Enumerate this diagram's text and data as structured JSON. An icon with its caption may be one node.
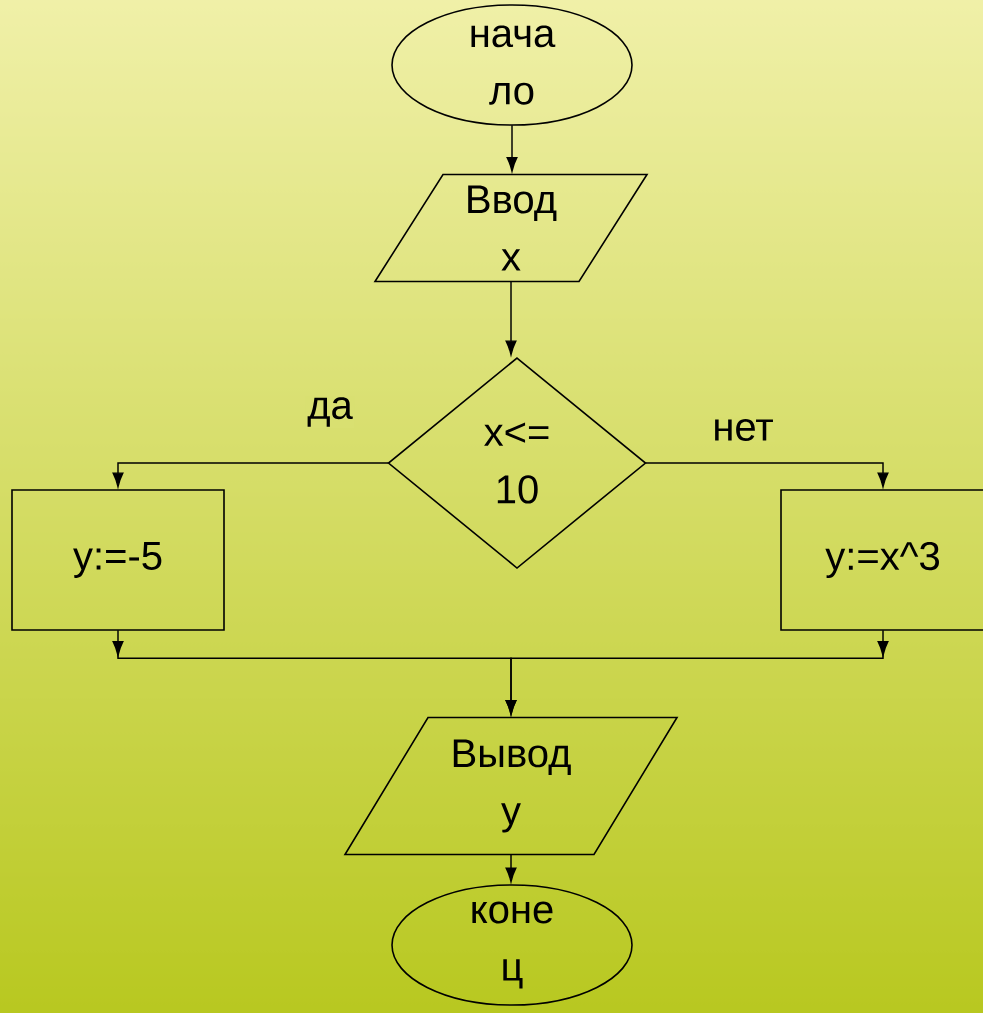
{
  "diagram": {
    "nodes": [
      {
        "text": [
          "нача ло"
        ]
      },
      {
        "text": [
          "Ввод x"
        ]
      },
      {
        "text": [
          "x<= 10"
        ]
      },
      {
        "text": [
          "y:=-5"
        ]
      },
      {
        "text": [
          "y:=x^3"
        ]
      },
      {
        "text": [
          "Вывод y"
        ]
      },
      {
        "text": [
          "коне ц"
        ]
      }
    ],
    "edges": [
      {
        "from": 0,
        "to": 1,
        "arrow": "to"
      },
      {
        "from": 1,
        "to": 2,
        "arrow": "to"
      },
      {
        "from": 2,
        "to": 3,
        "arrow": "to",
        "label": "да"
      },
      {
        "from": 2,
        "to": 4,
        "arrow": "to",
        "label": "нет"
      },
      {
        "from": 3,
        "to": 5,
        "arrow": "to"
      },
      {
        "from": 4,
        "to": 5,
        "arrow": "to"
      },
      {
        "from": 5,
        "to": 6,
        "arrow": "to"
      }
    ]
  }
}
